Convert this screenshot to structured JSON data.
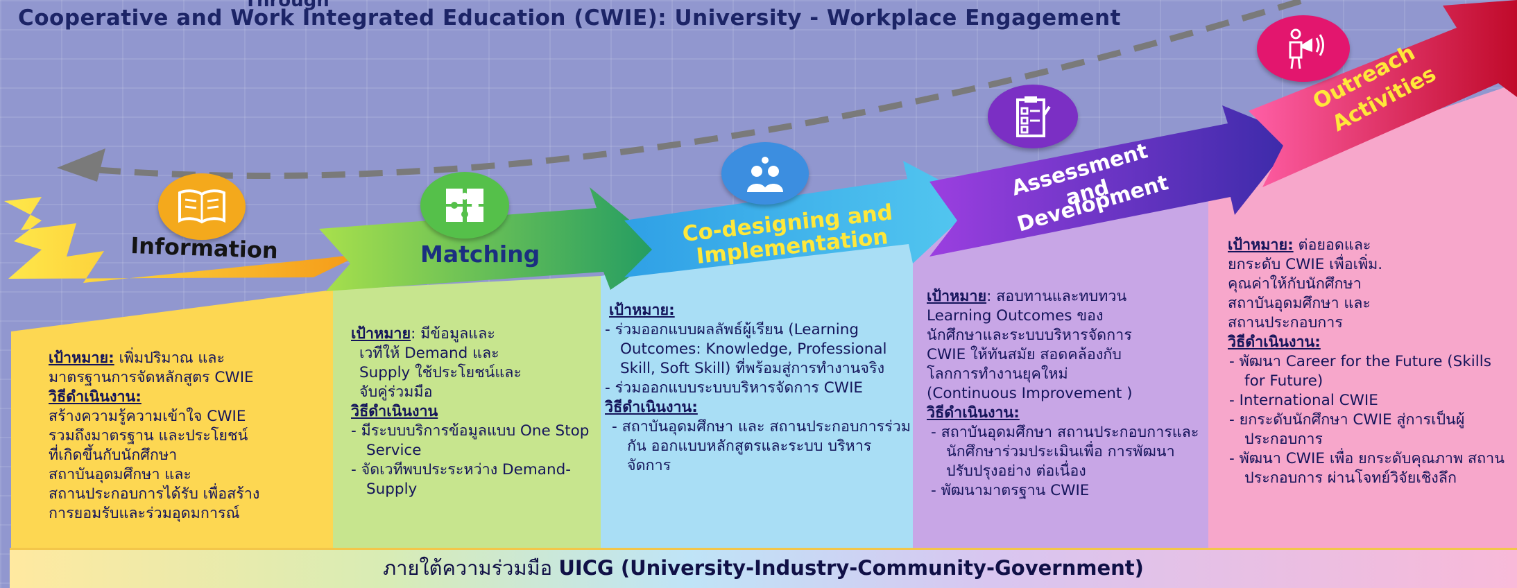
{
  "header": {
    "line1": "Through",
    "line2": "Cooperative and Work Integrated Education (CWIE): University - Workplace Engagement"
  },
  "stages": [
    {
      "label": "Information",
      "color": "#f7b01e",
      "icon": "open-book-icon"
    },
    {
      "label": "Matching",
      "color": "#5fc247",
      "icon": "puzzle-icon"
    },
    {
      "label1": "Co-designing and",
      "label2": "Implementation",
      "color": "#3fa9e8",
      "icon": "people-idea-icon"
    },
    {
      "label1": "Assessment",
      "label2": "and",
      "label3": "Development",
      "color": "#7b2fc9",
      "icon": "checklist-icon"
    },
    {
      "label1": "Outreach",
      "label2": "Activities",
      "color": "#e61e78",
      "icon": "megaphone-icon"
    }
  ],
  "panels": {
    "information": {
      "goal_label": "เป้าหมาย:",
      "goal_text": " เพิ่มปริมาณ และ",
      "goal_text2": "มาตรฐานการจัดหลักสูตร CWIE",
      "method_label": "วิธีดำเนินงาน:",
      "lines": [
        "สร้างความรู้ความเข้าใจ CWIE",
        "รวมถึงมาตรฐาน และประโยชน์",
        "ที่เกิดขึ้นกับนักศึกษา",
        "สถาบันอุดมศึกษา และ",
        "สถานประกอบการได้รับ เพื่อสร้าง",
        "การยอมรับและร่วมอุดมการณ์"
      ]
    },
    "matching": {
      "goal_label": "เป้าหมาย",
      "goal_text": ": มีข้อมูลและ",
      "goal_lines": [
        "เวทีให้ Demand และ",
        "Supply ใช้ประโยชน์และ",
        "จับคู่ร่วมมือ"
      ],
      "method_label": "วิธีดำเนินงาน",
      "items": [
        "- มีระบบบริการข้อมูลแบบ One Stop Service",
        "- จัดเวทีพบประระหว่าง Demand-Supply"
      ]
    },
    "codesign": {
      "goal_label": "เป้าหมาย:",
      "items": [
        "- ร่วมออกแบบผลลัพธ์ผู้เรียน (Learning Outcomes: Knowledge, Professional  Skill, Soft  Skill) ที่พร้อมสู่การทำงานจริง",
        "- ร่วมออกแบบระบบบริหารจัดการ CWIE"
      ],
      "method_label": "วิธีดำเนินงาน:",
      "method_items": [
        "- สถาบันอุดมศึกษา และ สถานประกอบการร่วมกัน ออกแบบหลักสูตรและระบบ บริหารจัดการ"
      ]
    },
    "assessment": {
      "goal_label": "เป้าหมาย",
      "goal_text": ": สอบทานและทบทวน",
      "goal_lines": [
        "Learning Outcomes ของ",
        "นักศึกษาและระบบบริหารจัดการ",
        "CWIE ให้ทันสมัย สอดคล้องกับ",
        "โลกการทำงานยุคใหม่",
        "(Continuous Improvement )"
      ],
      "method_label": "วิธีดำเนินงาน:",
      "items": [
        "- สถาบันอุดมศึกษา สถานประกอบการและ นักศึกษาร่วมประเมินเพื่อ การพัฒนาปรับปรุงอย่าง ต่อเนื่อง",
        "- พัฒนามาตรฐาน CWIE"
      ]
    },
    "outreach": {
      "goal_label": "เป้าหมาย:",
      "goal_text": " ต่อยอดและ",
      "goal_lines": [
        "ยกระดับ CWIE เพื่อเพิ่ม.",
        "คุณค่าให้กับนักศึกษา",
        "สถาบันอุดมศึกษา และ",
        "สถานประกอบการ"
      ],
      "method_label": "วิธีดำเนินงาน:",
      "items": [
        "- พัฒนา Career for the Future (Skills for Future)",
        "- International CWIE",
        "- ยกระดับนักศึกษา CWIE สู่การเป็นผู้ประกอบการ",
        "- พัฒนา CWIE เพื่อ ยกระดับคุณภาพ สถานประกอบการ ผ่านโจทย์วิจัยเชิงลึก"
      ]
    }
  },
  "footer": {
    "prefix": "ภายใต้ความร่วมมือ ",
    "text": "UICG (University-Industry-Community-Government)"
  }
}
